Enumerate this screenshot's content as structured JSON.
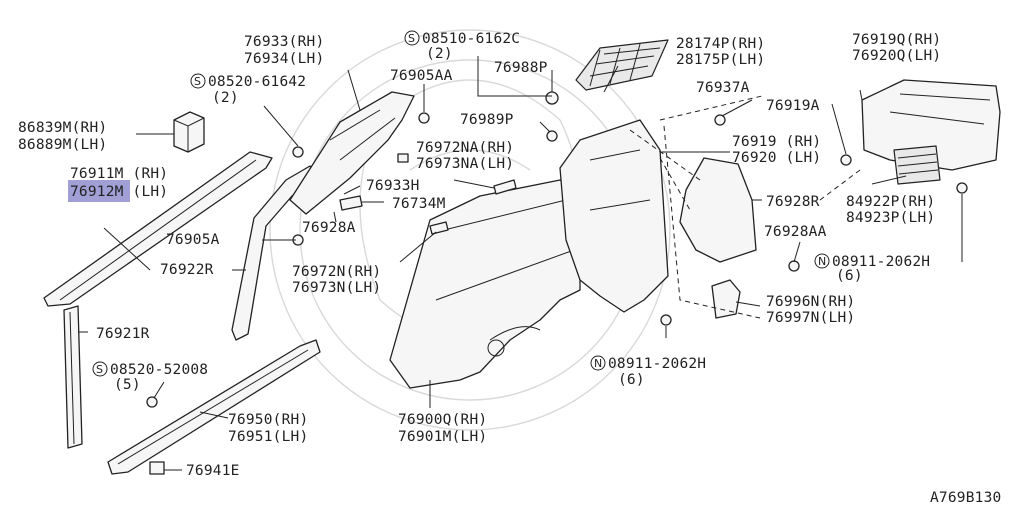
{
  "diagram_code": "A769B130",
  "labels": {
    "p86839": [
      "86839M(RH)",
      "86889M(LH)"
    ],
    "p76911": [
      "76911M (RH)",
      "76912M (LH)"
    ],
    "p76933": [
      "76933(RH)",
      "76934(LH)"
    ],
    "s08520_61642": [
      "08520-61642",
      "(2)"
    ],
    "p76905aa": "76905AA",
    "s08510": [
      "08510-6162C",
      "(2)"
    ],
    "p28174": [
      "28174P(RH)",
      "28175P(LH)"
    ],
    "p76988p": "76988P",
    "p76989p": "76989P",
    "p76937a": "76937A",
    "p76919q": [
      "76919Q(RH)",
      "76920Q(LH)"
    ],
    "p76919a": "76919A",
    "p76919": [
      "76919 (RH)",
      "76920 (LH)"
    ],
    "p76972na": [
      "76972NA(RH)",
      "76973NA(LH)"
    ],
    "p76933h": "76933H",
    "p76734m": "76734M",
    "p76928a": "76928A",
    "p76928r": "76928R",
    "p84922": [
      "84922P(RH)",
      "84923P(LH)"
    ],
    "p76905a": "76905A",
    "p76928aa": "76928AA",
    "n08911_right": [
      "08911-2062H",
      "(6)"
    ],
    "p76922r": "76922R",
    "p76972n": [
      "76972N(RH)",
      "76973N(LH)"
    ],
    "p76996n": [
      "76996N(RH)",
      "76997N(LH)"
    ],
    "p76921r": "76921R",
    "n08911_bottom": [
      "08911-2062H",
      "(6)"
    ],
    "s08520_52008": [
      "08520-52008",
      "(5)"
    ],
    "p76950": [
      "76950(RH)",
      "76951(LH)"
    ],
    "p76900q": [
      "76900Q(RH)",
      "76901M(LH)"
    ],
    "p76941e": "76941E"
  },
  "symbols": {
    "s": "S",
    "n": "N"
  },
  "highlight_color": "#8f8fd0"
}
